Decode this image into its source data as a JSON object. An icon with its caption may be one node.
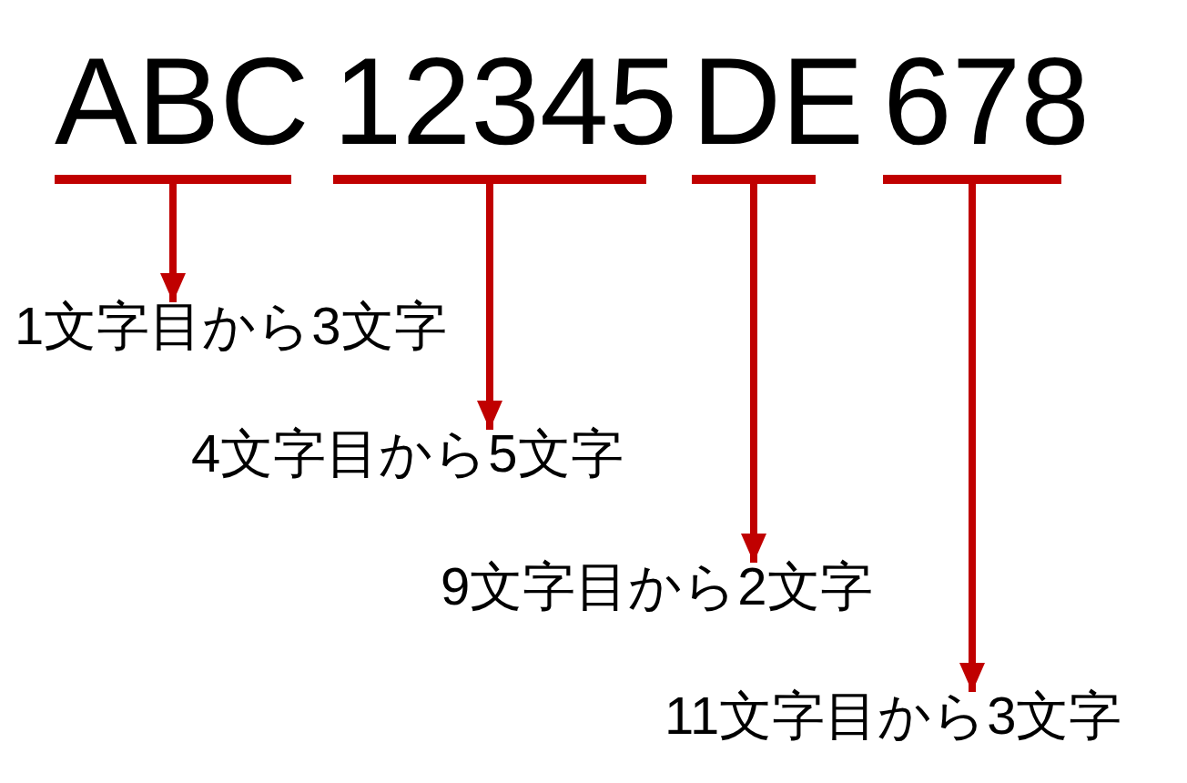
{
  "diagram": {
    "nodes": [
      {
        "text": [
          "ABC"
        ]
      },
      {
        "text": [
          "12345"
        ]
      },
      {
        "text": [
          "DE"
        ]
      },
      {
        "text": [
          "678"
        ]
      },
      {
        "text": [
          "1文字目から3文字"
        ]
      },
      {
        "text": [
          "4文字目から5文字"
        ]
      },
      {
        "text": [
          "9文字目から2文字"
        ]
      },
      {
        "text": [
          "11文字目から3文字"
        ]
      }
    ],
    "edges": [
      {
        "from": 0,
        "to": 4,
        "arrow": "to"
      },
      {
        "from": 1,
        "to": 5,
        "arrow": "to"
      },
      {
        "from": 2,
        "to": 6,
        "arrow": "to"
      },
      {
        "from": 3,
        "to": 7,
        "arrow": "to"
      }
    ]
  }
}
